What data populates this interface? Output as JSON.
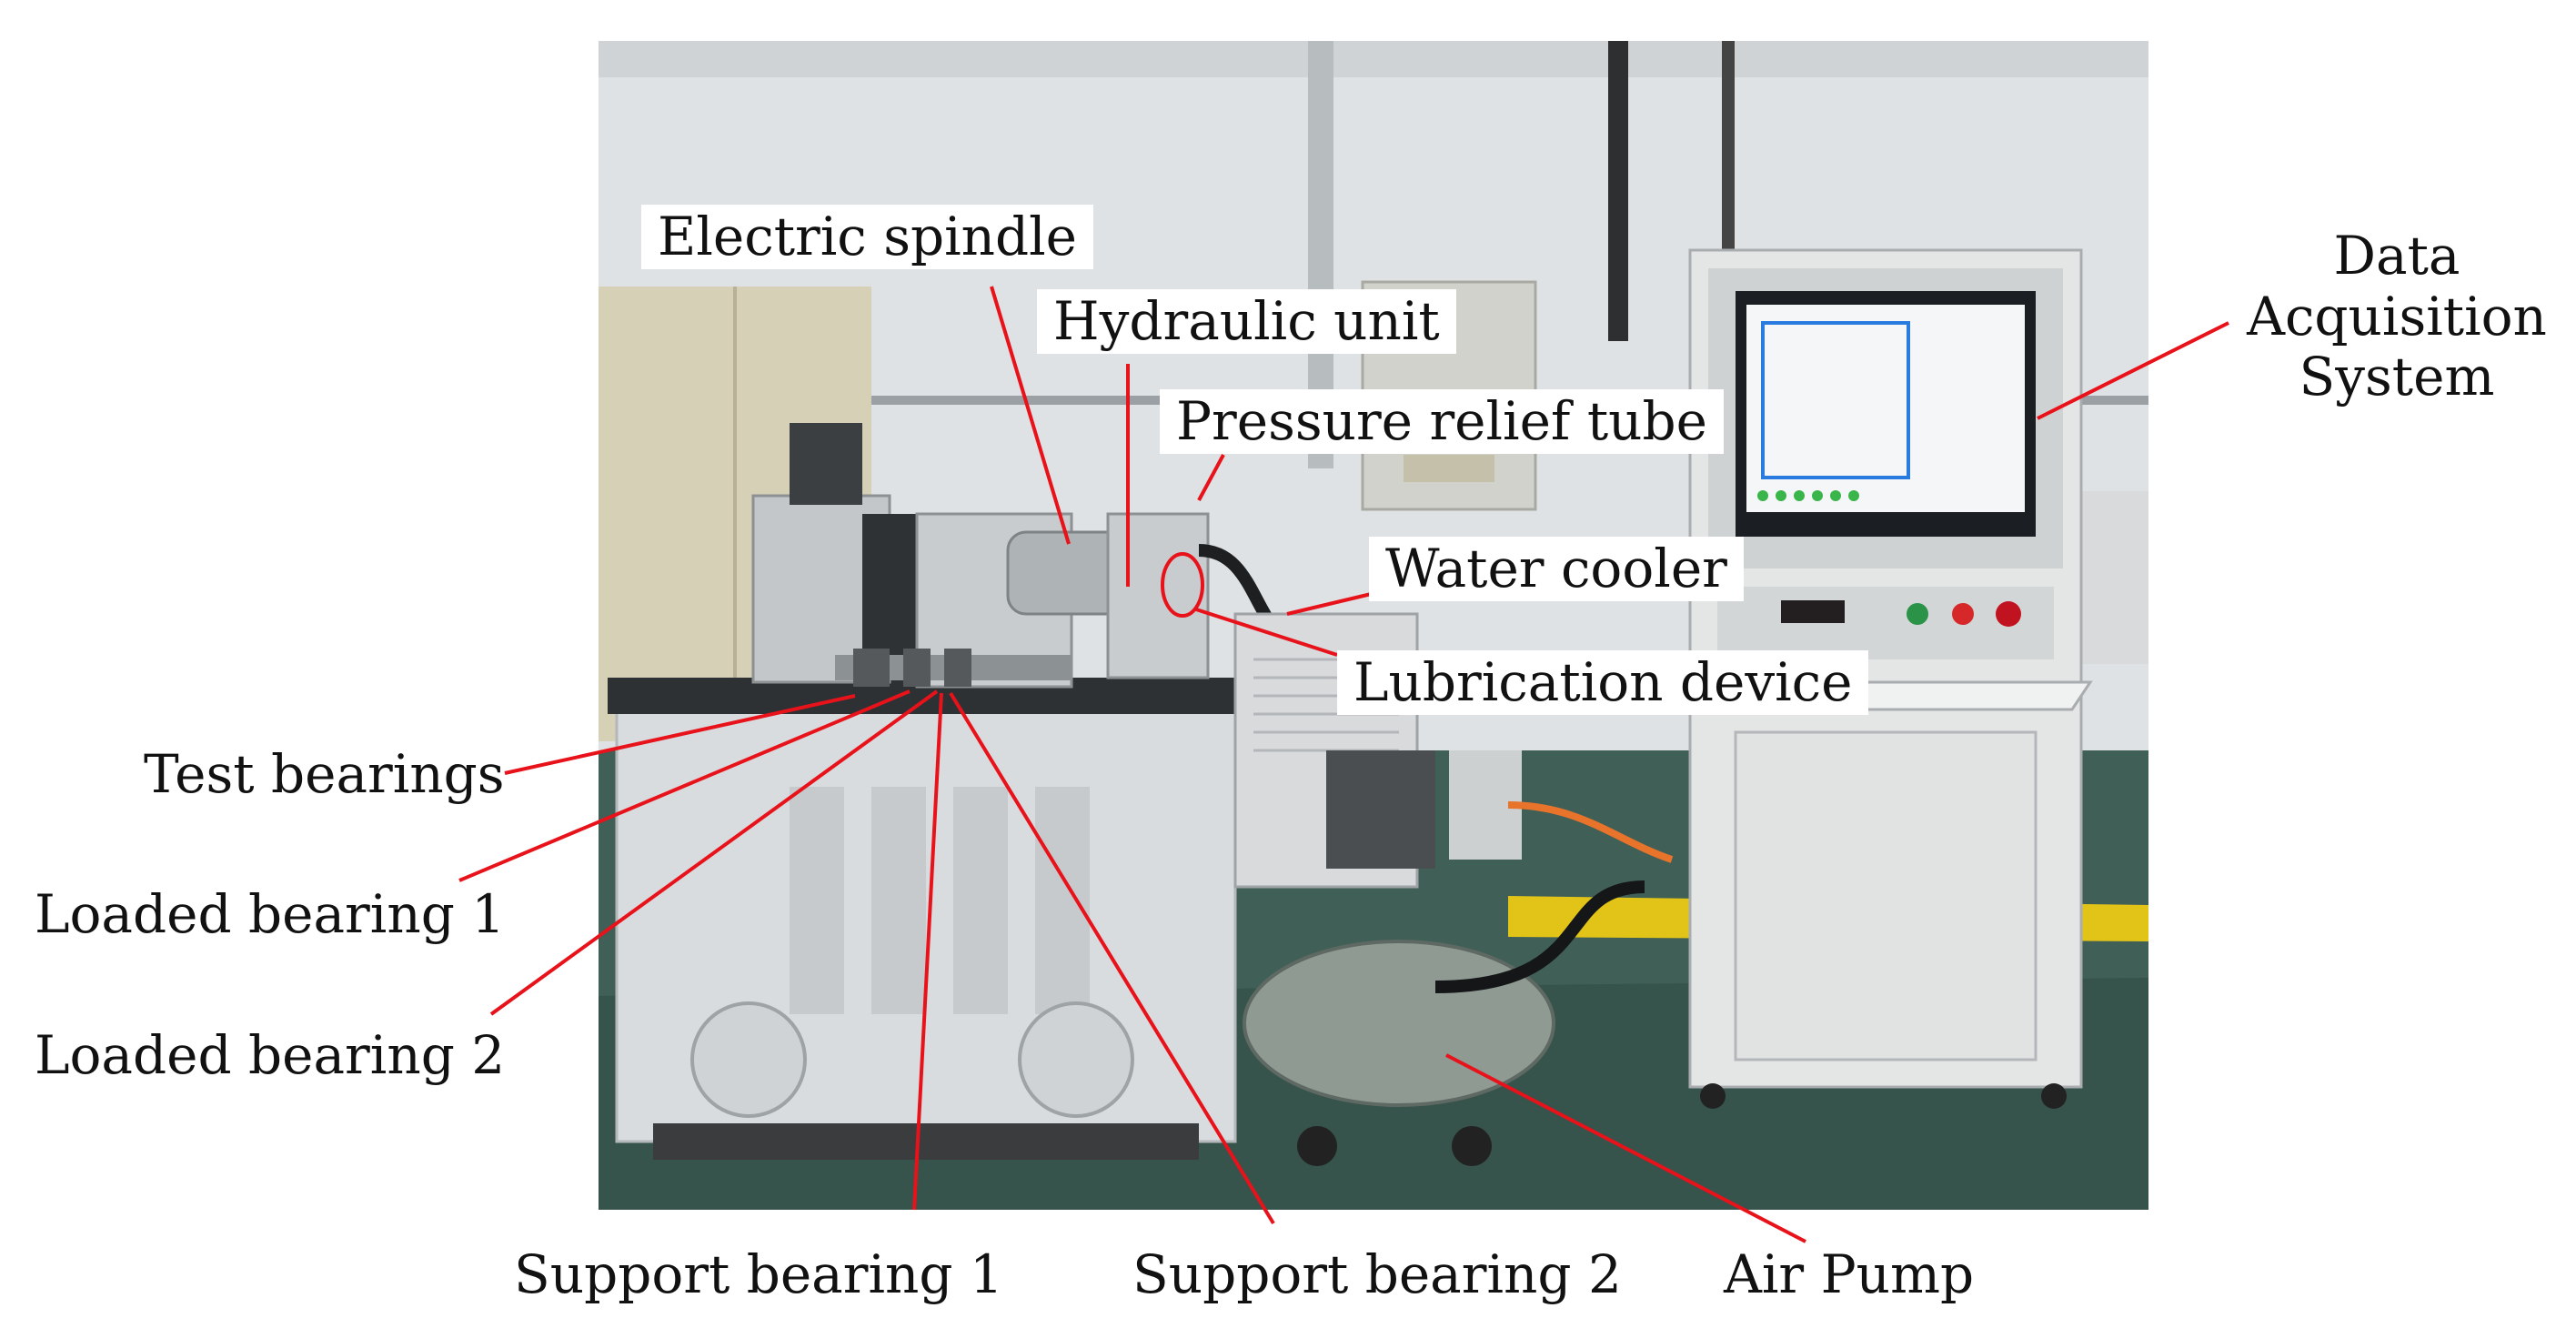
{
  "labels": {
    "electric_spindle": "Electric spindle",
    "hydraulic_unit": "Hydraulic unit",
    "pressure_relief_tube": "Pressure relief tube",
    "water_cooler": "Water cooler",
    "lubrication_device": "Lubrication device",
    "data_acquisition_line1": "Data",
    "data_acquisition_line2": "Acquisition",
    "data_acquisition_line3": "System",
    "test_bearings": "Test bearings",
    "loaded_bearing_1": "Loaded bearing 1",
    "loaded_bearing_2": "Loaded bearing 2",
    "support_bearing_1": "Support bearing 1",
    "support_bearing_2": "Support bearing 2",
    "air_pump": "Air Pump"
  },
  "colors": {
    "leader_line": "#e8121a",
    "wall": "#dfe2e4",
    "floor": "#3f5f57",
    "machine_gray": "#d9dcde",
    "table_top": "#2d3133",
    "cabinet": "#e4e6e6",
    "pump_tank": "#8f9a93",
    "yellow_line": "#e2c418"
  },
  "icons": {
    "test_rig": "bearing-test-rig-photo"
  }
}
